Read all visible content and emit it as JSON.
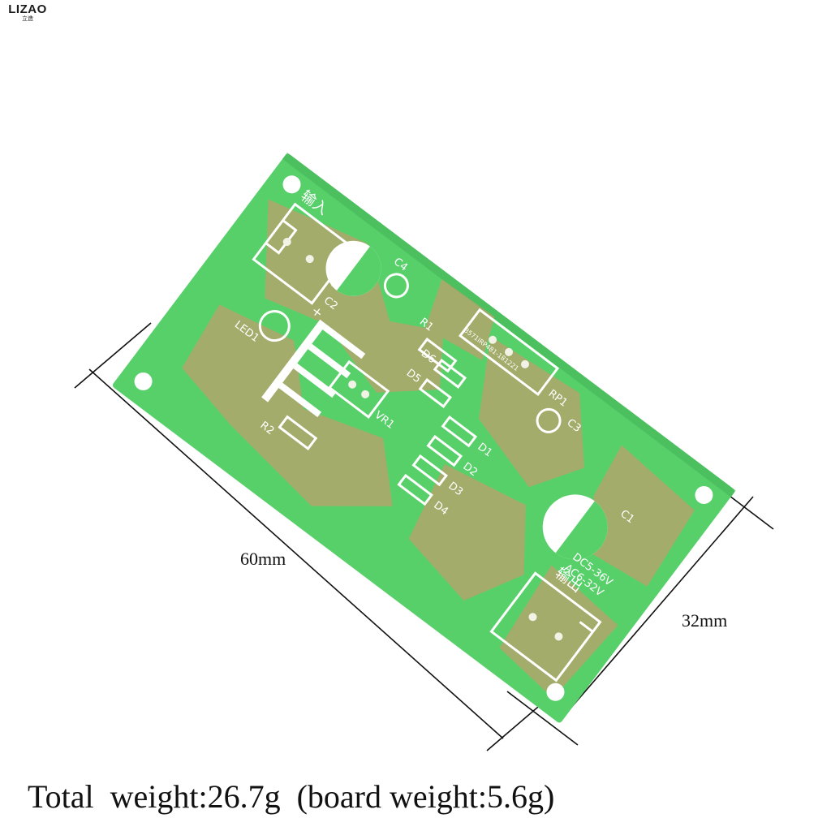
{
  "logo": {
    "brand": "LIZAO",
    "sub": "立造"
  },
  "dimensions": {
    "length": "60mm",
    "width": "32mm"
  },
  "caption": {
    "total_weight": "Total  weight:26.7g",
    "board_weight": "(board weight:5.6g)"
  },
  "board": {
    "color_substrate": "#58d06a",
    "color_copper": "#b8a26a",
    "color_silkscreen": "#ffffff",
    "labels": {
      "c1": "C1",
      "c2": "C2",
      "c3": "C3",
      "c4": "C4",
      "r1": "R1",
      "r2": "R2",
      "rp1": "RP1",
      "vr1": "VR1",
      "led1": "LED1",
      "d1": "D1",
      "d2": "D2",
      "d3": "D3",
      "d4": "D4",
      "d5": "D5",
      "d6": "D6",
      "output_zh": "输出",
      "input_zh": "输入",
      "ac_range": "AC6-32V",
      "dc_range": "DC5-36V",
      "rp1_part": "3571IRP481-181221",
      "plus": "+",
      "minus": "-"
    }
  }
}
